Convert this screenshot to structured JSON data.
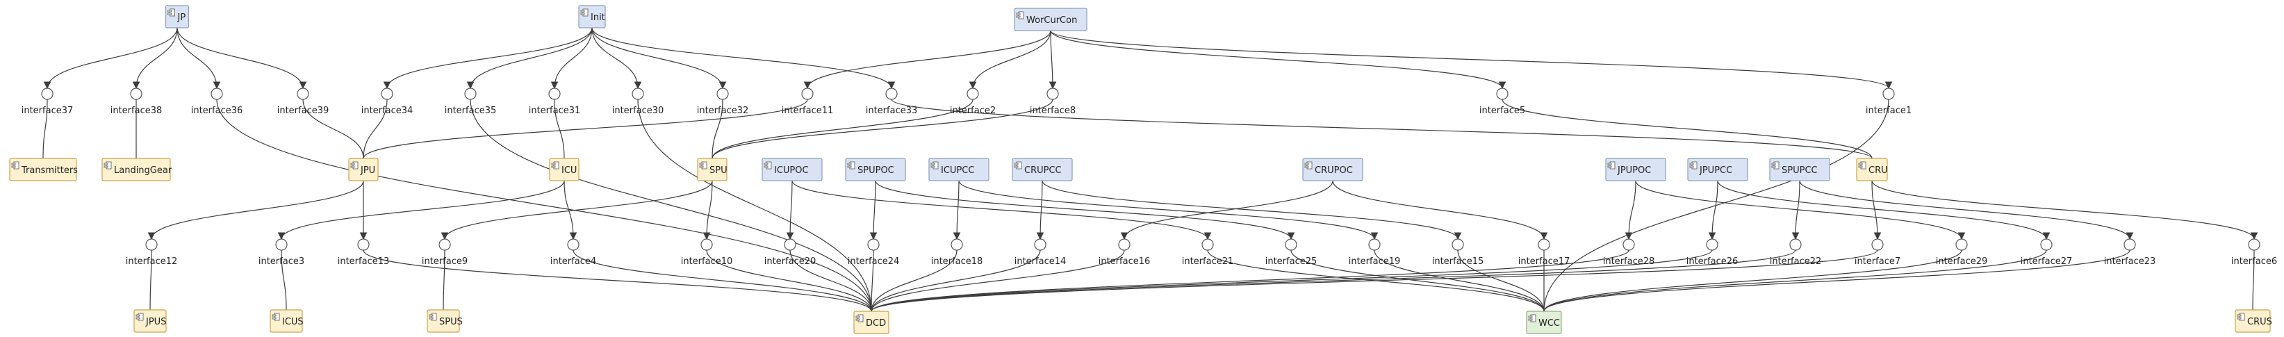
{
  "colors": {
    "blue_fill": "#dae3f3",
    "blue_stroke": "#8a9dbf",
    "yellow_fill": "#fdf1cf",
    "yellow_stroke": "#c9a44c",
    "green_fill": "#e2efd9",
    "green_stroke": "#8ab07a",
    "edge": "#3c3c3c"
  },
  "components": {
    "JP": "JP",
    "Init": "Init",
    "WorCurCon": "WorCurCon",
    "Transmitters": "Transmitters",
    "LandingGear": "LandingGear",
    "JPU": "JPU",
    "ICU": "ICU",
    "SPU": "SPU",
    "ICUPOC": "ICUPOC",
    "SPUPOC": "SPUPOC",
    "ICUPCC": "ICUPCC",
    "CRUPCC": "CRUPCC",
    "CRUPOC": "CRUPOC",
    "JPUPOC": "JPUPOC",
    "JPUPCC": "JPUPCC",
    "SPUPCC": "SPUPCC",
    "CRU": "CRU",
    "JPUS": "JPUS",
    "ICUS": "ICUS",
    "SPUS": "SPUS",
    "DCD": "DCD",
    "WCC": "WCC",
    "CRUS": "CRUS"
  },
  "interfaces": {
    "i37": "interface37",
    "i38": "interface38",
    "i36": "interface36",
    "i39": "interface39",
    "i34": "interface34",
    "i35": "interface35",
    "i31": "interface31",
    "i30": "interface30",
    "i32": "interface32",
    "i11": "interface11",
    "i33": "interface33",
    "i2": "interface2",
    "i8": "interface8",
    "i5": "interface5",
    "i1": "interface1",
    "i12": "interface12",
    "i3": "interface3",
    "i13": "interface13",
    "i9": "interface9",
    "i4": "interface4",
    "i10": "interface10",
    "i20": "interface20",
    "i24": "interface24",
    "i18": "interface18",
    "i14": "interface14",
    "i16": "interface16",
    "i21": "interface21",
    "i25": "interface25",
    "i19": "interface19",
    "i15": "interface15",
    "i17": "interface17",
    "i28": "interface28",
    "i26": "interface26",
    "i22": "interface22",
    "i7": "interface7",
    "i29": "interface29",
    "i27": "interface27",
    "i23": "interface23",
    "i6": "interface6"
  }
}
